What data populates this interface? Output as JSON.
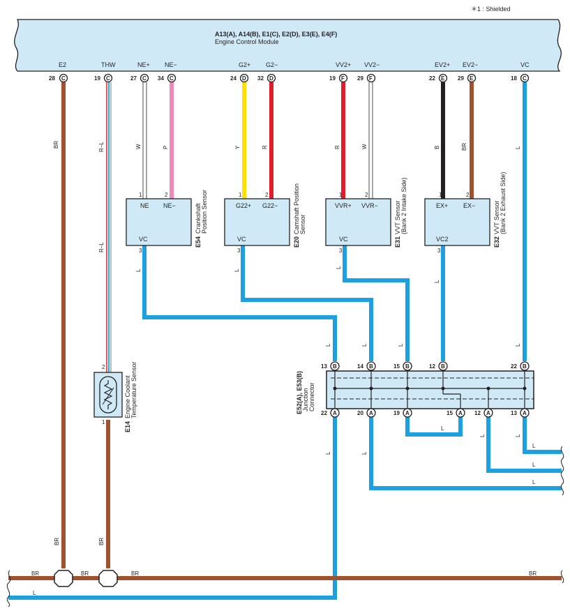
{
  "note": "＊1 : Shielded",
  "ecm": {
    "title": "A13(A), A14(B), E1(C), E2(D), E3(E), E4(F)",
    "subtitle": "Engine Control Module",
    "terminals": [
      {
        "name": "E2",
        "pin": "28",
        "conn": "C"
      },
      {
        "name": "THW",
        "pin": "19",
        "conn": "C"
      },
      {
        "name": "NE+",
        "pin": "27",
        "conn": "C"
      },
      {
        "name": "NE−",
        "pin": "34",
        "conn": "C"
      },
      {
        "name": "G2+",
        "pin": "24",
        "conn": "D"
      },
      {
        "name": "G2−",
        "pin": "32",
        "conn": "D"
      },
      {
        "name": "VV2+",
        "pin": "19",
        "conn": "F"
      },
      {
        "name": "VV2−",
        "pin": "29",
        "conn": "F"
      },
      {
        "name": "EV2+",
        "pin": "22",
        "conn": "E"
      },
      {
        "name": "EV2−",
        "pin": "29",
        "conn": "E"
      },
      {
        "name": "VC",
        "pin": "18",
        "conn": "C"
      }
    ]
  },
  "wires": {
    "br": "BR",
    "rl": "R–L",
    "w": "W",
    "p": "P",
    "y": "Y",
    "r": "R",
    "b": "B",
    "l": "L"
  },
  "sensors": {
    "e54": {
      "code": "E54",
      "name1": "Crankshaft",
      "name2": "Position Sensor",
      "t1": "NE",
      "t2": "NE−",
      "t3": "VC",
      "p1": "1",
      "p2": "2",
      "p3": "3"
    },
    "e20": {
      "code": "E20",
      "name1": "Camshaft Position",
      "name2": "Sensor",
      "t1": "G22+",
      "t2": "G22−",
      "t3": "VC",
      "p1": "1",
      "p2": "2",
      "p3": "3"
    },
    "e31": {
      "code": "E31",
      "name1": "VVT Sensor",
      "name2": "(Bank 2 Intake Side)",
      "t1": "VVR+",
      "t2": "VVR−",
      "t3": "VC",
      "p1": "1",
      "p2": "2",
      "p3": "3"
    },
    "e32": {
      "code": "E32",
      "name1": "VVT Sensor",
      "name2": "(Bank 2 Exhaust Side)",
      "t1": "EX+",
      "t2": "EX−",
      "t3": "VC2",
      "p1": "1",
      "p2": "2",
      "p3": "3"
    },
    "e14": {
      "code": "E14",
      "name1": "Engine Coolant",
      "name2": "Temperature Sensor",
      "p1": "2",
      "p2": "1"
    }
  },
  "junction": {
    "code": "E52(A), E53(B)",
    "name1": "Junction",
    "name2": "Connector",
    "top_pins": [
      {
        "pin": "13",
        "conn": "B"
      },
      {
        "pin": "14",
        "conn": "B"
      },
      {
        "pin": "15",
        "conn": "B"
      },
      {
        "pin": "12",
        "conn": "B"
      },
      {
        "pin": "22",
        "conn": "B"
      }
    ],
    "bottom_pins": [
      {
        "pin": "22",
        "conn": "A"
      },
      {
        "pin": "20",
        "conn": "A"
      },
      {
        "pin": "19",
        "conn": "A"
      },
      {
        "pin": "15",
        "conn": "A"
      },
      {
        "pin": "12",
        "conn": "A"
      },
      {
        "pin": "13",
        "conn": "A"
      }
    ]
  },
  "colors": {
    "br": "#a0522d",
    "blue": "#1ba1e2",
    "pink": "#f088b8",
    "yellow": "#ffe000",
    "red": "#e31d2b",
    "black": "#231f20",
    "ecm_fill": "#cfe9f7",
    "box_fill": "#cfe9f7"
  }
}
